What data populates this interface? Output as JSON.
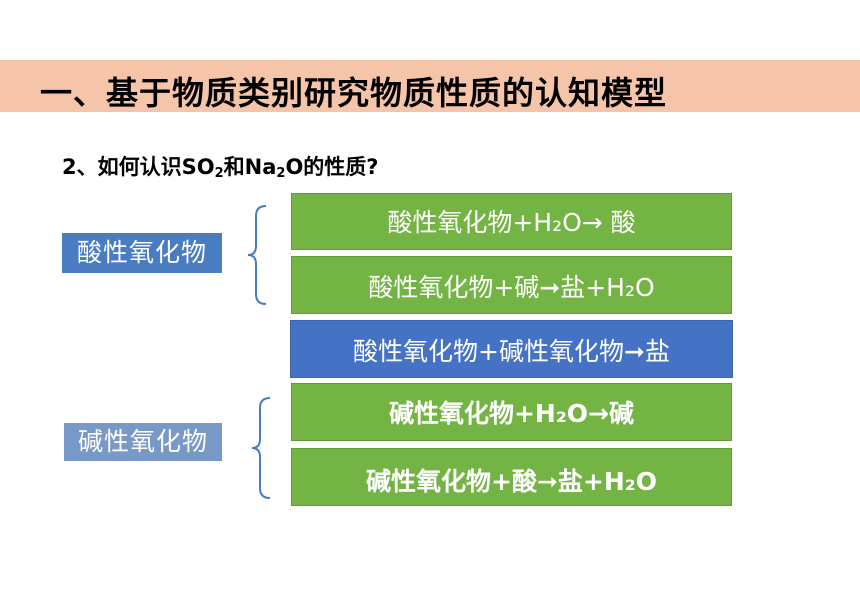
{
  "header": {
    "title": "一、基于物质类别研究物质性质的认知模型"
  },
  "question": {
    "prefix": "2、如何认识SO",
    "sub1": "2",
    "mid": "和Na",
    "sub2": "2",
    "suffix": "O的性质?"
  },
  "categories": {
    "acidic_oxide": "酸性氧化物",
    "basic_oxide": "碱性氧化物"
  },
  "reactions": [
    "酸性氧化物+H₂O→ 酸",
    "酸性氧化物+碱➞盐+H₂O",
    "酸性氧化物+碱性氧化物➞盐",
    "碱性氧化物+H₂O→碱",
    "碱性氧化物+酸➞盐+H₂O"
  ],
  "colors": {
    "title_band": "#f6c5a9",
    "green_box": "#73b444",
    "blue_box": "#4472c4",
    "brace": "#4a7cc1"
  }
}
